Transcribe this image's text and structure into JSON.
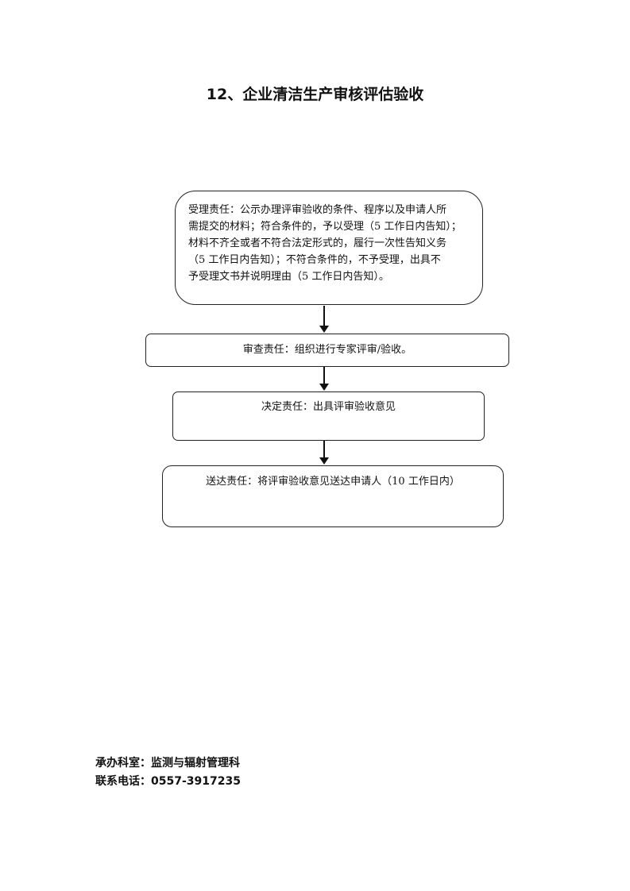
{
  "title": "12、企业清洁生产审核评估验收",
  "flow": {
    "acceptance": {
      "lines": [
        "受理责任：公示办理评审验收的条件、程序以及申请人所",
        "需提交的材料；符合条件的，予以受理（5 工作日内告知）；",
        "材料不齐全或者不符合法定形式的，履行一次性告知义务",
        "（5 工作日内告知）；不符合条件的，不予受理，出具不",
        "予受理文书并说明理由（5 工作日内告知）。"
      ]
    },
    "review": "审查责任：组织进行专家评审/验收。",
    "decision": "决定责任：出具评审验收意见",
    "delivery": "送达责任：将评审验收意见送达申请人（10 工作日内）"
  },
  "footer": {
    "department": "承办科室：监测与辐射管理科",
    "phone": "联系电话：0557-3917235"
  }
}
